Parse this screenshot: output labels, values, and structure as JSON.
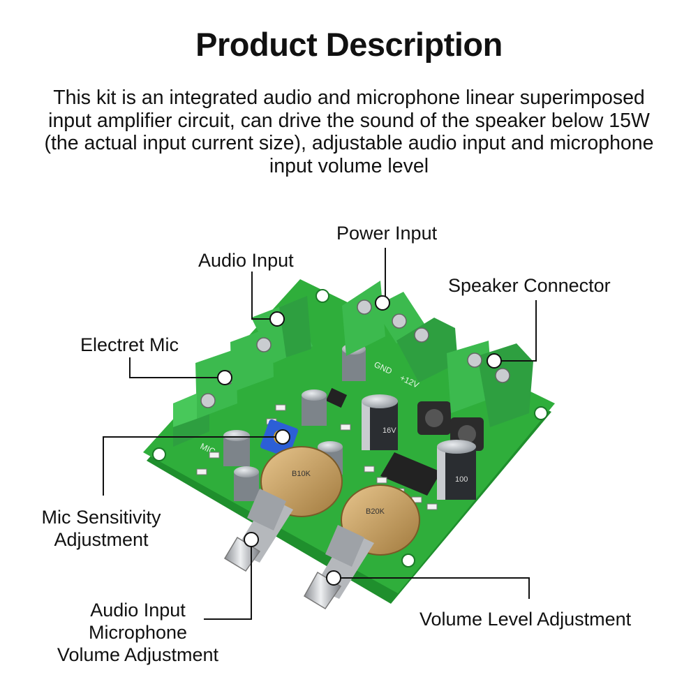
{
  "title": "Product Description",
  "description": [
    "This kit is an integrated audio and microphone linear superimposed",
    "input amplifier circuit, can drive the sound of the speaker below 15W",
    "(the actual input current size), adjustable audio input and microphone",
    "input volume level"
  ],
  "labels": {
    "power_input": "Power Input",
    "audio_input": "Audio Input",
    "speaker_connector": "Speaker Connector",
    "electret_mic": "Electret Mic",
    "mic_sensitivity": [
      "Mic Sensitivity",
      "Adjustment"
    ],
    "audio_input_mic_volume": [
      "Audio Input",
      "Microphone",
      "Volume Adjustment"
    ],
    "volume_level": "Volume Level Adjustment"
  },
  "board_markings": {
    "mic": "MIC",
    "gnd": "GND",
    "v12": "+12V",
    "pot_left": "B10K",
    "pot_right": "B20K",
    "cap_a": "100",
    "cap_b": "16V"
  },
  "colors": {
    "pcb": "#2fae3b",
    "terminal": "#3cba4e",
    "leader": "#111111"
  }
}
